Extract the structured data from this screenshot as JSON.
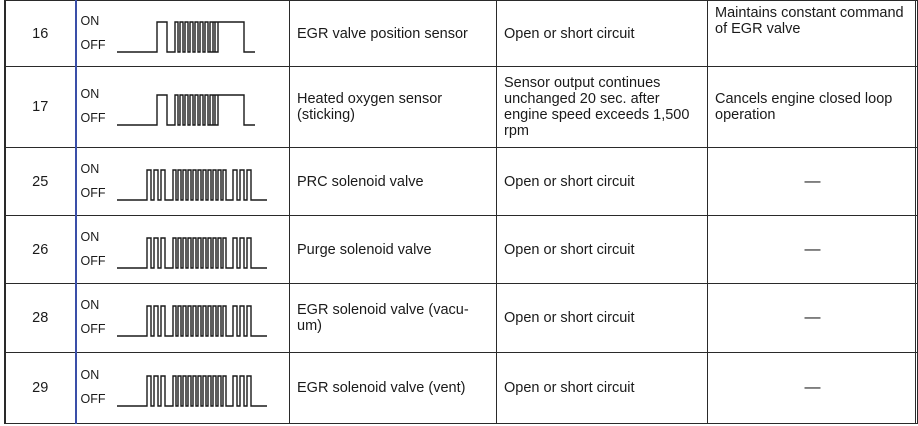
{
  "labels": {
    "on": "ON",
    "off": "OFF"
  },
  "rows": [
    {
      "code": "16",
      "item": "EGR valve position sensor",
      "condition": "Open or short circuit",
      "failsafe": "Maintains constant command of EGR valve",
      "pattern": "A"
    },
    {
      "code": "17",
      "item": "Heated oxygen sensor (sticking)",
      "condition": "Sensor output continues unchanged 20 sec. after engine speed exceeds 1,500 rpm",
      "failsafe": "Cancels engine closed loop operation",
      "pattern": "A"
    },
    {
      "code": "25",
      "item": "PRC solenoid valve",
      "condition": "Open or short circuit",
      "failsafe": "—",
      "pattern": "B"
    },
    {
      "code": "26",
      "item": "Purge solenoid valve",
      "condition": "Open or short circuit",
      "failsafe": "—",
      "pattern": "B"
    },
    {
      "code": "28",
      "item": "EGR solenoid valve (vacu-um)",
      "condition": "Open or short circuit",
      "failsafe": "—",
      "pattern": "B"
    },
    {
      "code": "29",
      "item": "EGR solenoid valve (vent)",
      "condition": "Open or short circuit",
      "failsafe": "—",
      "pattern": "B"
    }
  ]
}
